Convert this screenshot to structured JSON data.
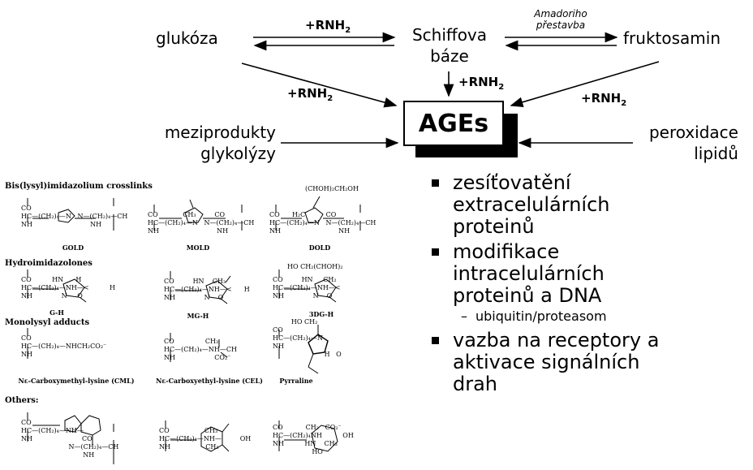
{
  "diagram": {
    "glukoza": "glukóza",
    "schiff_line1": "Schiffova",
    "schiff_line2": "báze",
    "fruktosamin": "fruktosamin",
    "amadori_line1": "Amadoriho",
    "amadori_line2": "přestavba",
    "rnh2_top": "+RNH",
    "rnh2_mid": "+RNH",
    "rnh2_left": "+RNH",
    "rnh2_right": "+RNH",
    "sub2": "2",
    "ages": "AGEs",
    "meziprodukty_line1": "meziprodukty",
    "meziprodukty_line2": "glykolýzy",
    "peroxidace_line1": "peroxidace",
    "peroxidace_line2": "lipidů"
  },
  "bullets": {
    "b1_l1": "zesíťovatění",
    "b1_l2": "extracelulárních",
    "b1_l3": "proteinů",
    "b2_l1": "modifikace",
    "b2_l2": "intracelulárních",
    "b2_l3": "proteinů a DNA",
    "sub1": "ubiquitin/proteasom",
    "b3_l1": "vazba na receptory a",
    "b3_l2": "aktivace signálních",
    "b3_l3": "drah"
  },
  "chemistry": {
    "h_bis": "Bis(lysyl)imidazolium crosslinks",
    "h_hydro": "Hydroimidazolones",
    "h_mono": "Monolysyl adducts",
    "h_others": "Others:",
    "n_gold": "GOLD",
    "n_mold": "MOLD",
    "n_dold": "DOLD",
    "n_gh": "G-H",
    "n_mgh": "MG-H",
    "n_3dgh": "3DG-H",
    "n_cml": "Nε-Carboxymethyl-lysine (CML)",
    "n_cel": "Nε-Carboxyethyl-lysine (CEL)",
    "n_pyrr": "Pyrraline",
    "ann_dold": "(CHOH)₂CH₂OH",
    "ann_3dg": "HO CH₂(CHOH)₂"
  }
}
